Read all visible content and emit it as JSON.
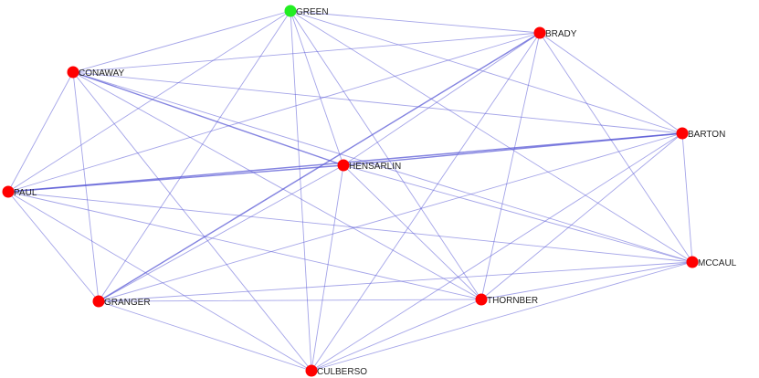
{
  "graph": {
    "colors": {
      "background": "#ffffff",
      "edge": "#5a5ad6",
      "node_default": "#ff0000",
      "node_highlight": "#22ee22",
      "label": "#222222"
    },
    "nodes": [
      {
        "id": "green",
        "label": "GREEN",
        "color": "#22ee22"
      },
      {
        "id": "brady",
        "label": "BRADY",
        "color": "#ff0000"
      },
      {
        "id": "conaway",
        "label": "CONAWAY",
        "color": "#ff0000"
      },
      {
        "id": "barton",
        "label": "BARTON",
        "color": "#ff0000"
      },
      {
        "id": "hensarlin",
        "label": "HENSARLIN",
        "color": "#ff0000"
      },
      {
        "id": "paul",
        "label": "PAUL",
        "color": "#ff0000"
      },
      {
        "id": "mccaul",
        "label": "MCCAUL",
        "color": "#ff0000"
      },
      {
        "id": "granger",
        "label": "GRANGER",
        "color": "#ff0000"
      },
      {
        "id": "thornber",
        "label": "THORNBER",
        "color": "#ff0000"
      },
      {
        "id": "culberso",
        "label": "CULBERSO",
        "color": "#ff0000"
      }
    ],
    "edges": [
      [
        "green",
        "brady",
        1
      ],
      [
        "green",
        "conaway",
        1
      ],
      [
        "green",
        "barton",
        1
      ],
      [
        "green",
        "hensarlin",
        1
      ],
      [
        "green",
        "paul",
        1
      ],
      [
        "green",
        "mccaul",
        1
      ],
      [
        "green",
        "granger",
        1
      ],
      [
        "green",
        "thornber",
        1
      ],
      [
        "green",
        "culberso",
        1
      ],
      [
        "brady",
        "conaway",
        1
      ],
      [
        "brady",
        "barton",
        1
      ],
      [
        "brady",
        "hensarlin",
        1
      ],
      [
        "brady",
        "paul",
        1
      ],
      [
        "brady",
        "mccaul",
        1
      ],
      [
        "brady",
        "granger",
        2
      ],
      [
        "brady",
        "thornber",
        1
      ],
      [
        "brady",
        "culberso",
        1
      ],
      [
        "conaway",
        "barton",
        1
      ],
      [
        "conaway",
        "hensarlin",
        2
      ],
      [
        "conaway",
        "paul",
        1
      ],
      [
        "conaway",
        "mccaul",
        1
      ],
      [
        "conaway",
        "granger",
        1
      ],
      [
        "conaway",
        "thornber",
        1
      ],
      [
        "conaway",
        "culberso",
        1
      ],
      [
        "barton",
        "hensarlin",
        2
      ],
      [
        "barton",
        "paul",
        2
      ],
      [
        "barton",
        "mccaul",
        1
      ],
      [
        "barton",
        "granger",
        1
      ],
      [
        "barton",
        "thornber",
        1
      ],
      [
        "barton",
        "culberso",
        1
      ],
      [
        "hensarlin",
        "paul",
        2
      ],
      [
        "hensarlin",
        "mccaul",
        1
      ],
      [
        "hensarlin",
        "granger",
        1
      ],
      [
        "hensarlin",
        "thornber",
        1
      ],
      [
        "hensarlin",
        "culberso",
        1
      ],
      [
        "paul",
        "mccaul",
        1
      ],
      [
        "paul",
        "granger",
        1
      ],
      [
        "paul",
        "thornber",
        1
      ],
      [
        "paul",
        "culberso",
        1
      ],
      [
        "mccaul",
        "granger",
        1
      ],
      [
        "mccaul",
        "thornber",
        1
      ],
      [
        "mccaul",
        "culberso",
        1
      ],
      [
        "granger",
        "thornber",
        1
      ],
      [
        "granger",
        "culberso",
        1
      ],
      [
        "thornber",
        "culberso",
        1
      ]
    ]
  }
}
